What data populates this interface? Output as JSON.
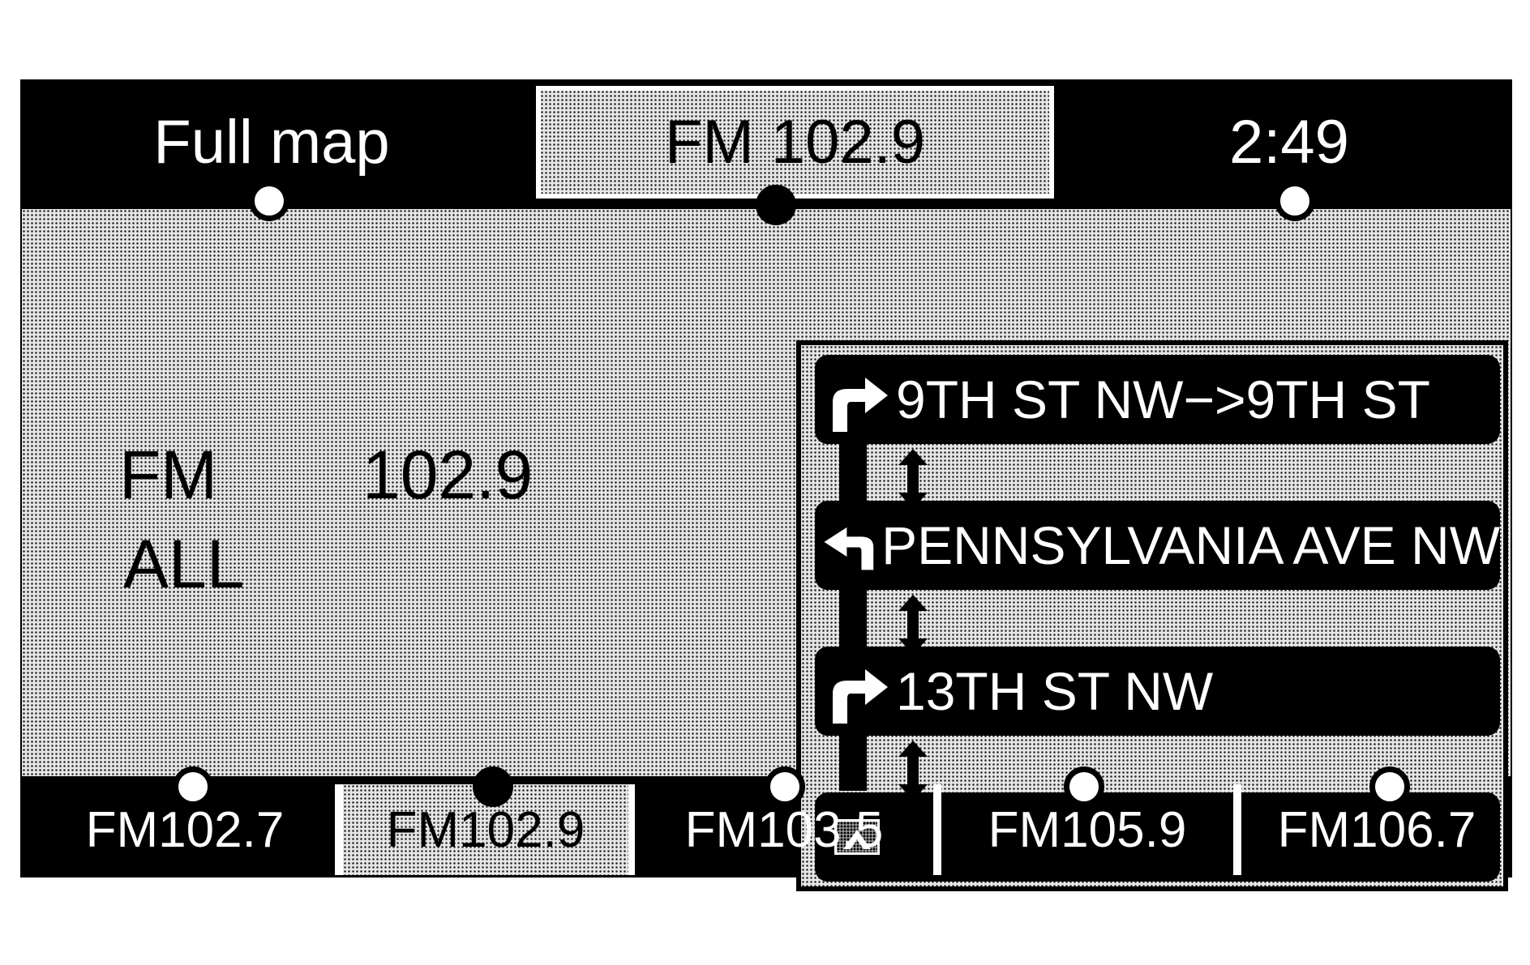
{
  "top_bar": {
    "left_tab": "Full map",
    "center_tab": "FM 102.9",
    "clock": "2:49"
  },
  "audio": {
    "band": "FM",
    "frequency": "102.9",
    "category": "ALL"
  },
  "route": {
    "steps": [
      {
        "turn": "right-turn-arrow-icon",
        "street": "9TH ST NW−>9TH ST"
      },
      {
        "turn": "left-turn-arrow-icon",
        "street": "PENNSYLVANIA AVE NW"
      },
      {
        "turn": "right-turn-arrow-icon",
        "street": "13TH ST NW"
      }
    ],
    "scroll_icon": "scroll-up-icon"
  },
  "presets": [
    {
      "label": "FM102.7",
      "selected": false
    },
    {
      "label": "FM102.9",
      "selected": true
    },
    {
      "label": "FM103.5",
      "selected": false
    },
    {
      "label": "FM105.9",
      "selected": false
    },
    {
      "label": "FM106.7",
      "selected": false
    }
  ],
  "colors": {
    "background": "#000000",
    "text_on_dark": "#ffffff",
    "text_on_light": "#000000"
  }
}
